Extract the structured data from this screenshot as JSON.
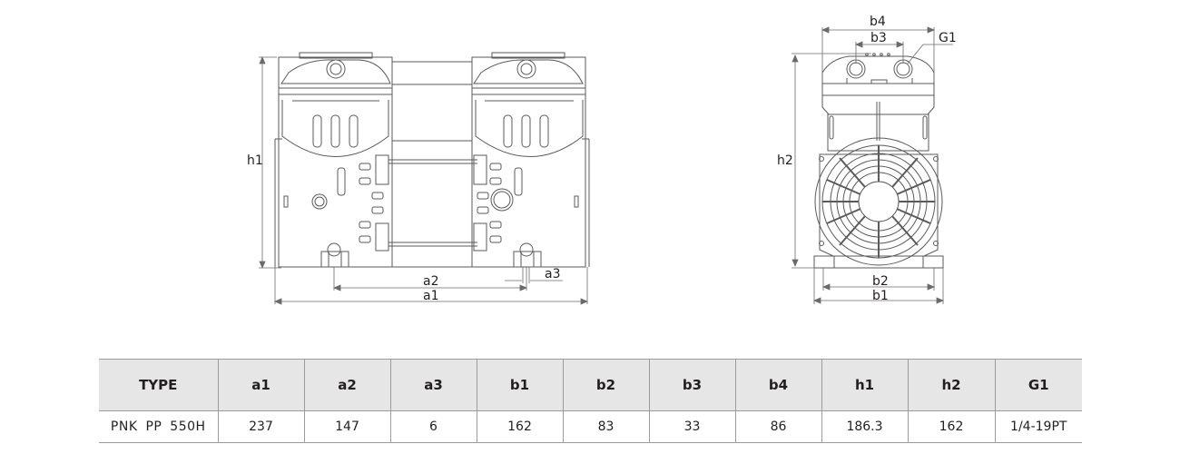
{
  "drawing": {
    "side_view": {
      "labels": {
        "h1": "h1",
        "a1": "a1",
        "a2": "a2",
        "a3": "a3"
      }
    },
    "front_view": {
      "labels": {
        "h2": "h2",
        "b1": "b1",
        "b2": "b2",
        "b3": "b3",
        "b4": "b4",
        "G1": "G1"
      }
    }
  },
  "spec_table": {
    "headers": [
      "TYPE",
      "a1",
      "a2",
      "a3",
      "b1",
      "b2",
      "b3",
      "b4",
      "h1",
      "h2",
      "G1"
    ],
    "rows": [
      [
        "PNK  PP  550H",
        "237",
        "147",
        "6",
        "162",
        "83",
        "33",
        "86",
        "186.3",
        "162",
        "1/4-19PT"
      ]
    ]
  },
  "colors": {
    "line": "#5a5a5a",
    "header_bg": "#e6e6e6",
    "border": "#9b9b9b",
    "text": "#231f20"
  }
}
